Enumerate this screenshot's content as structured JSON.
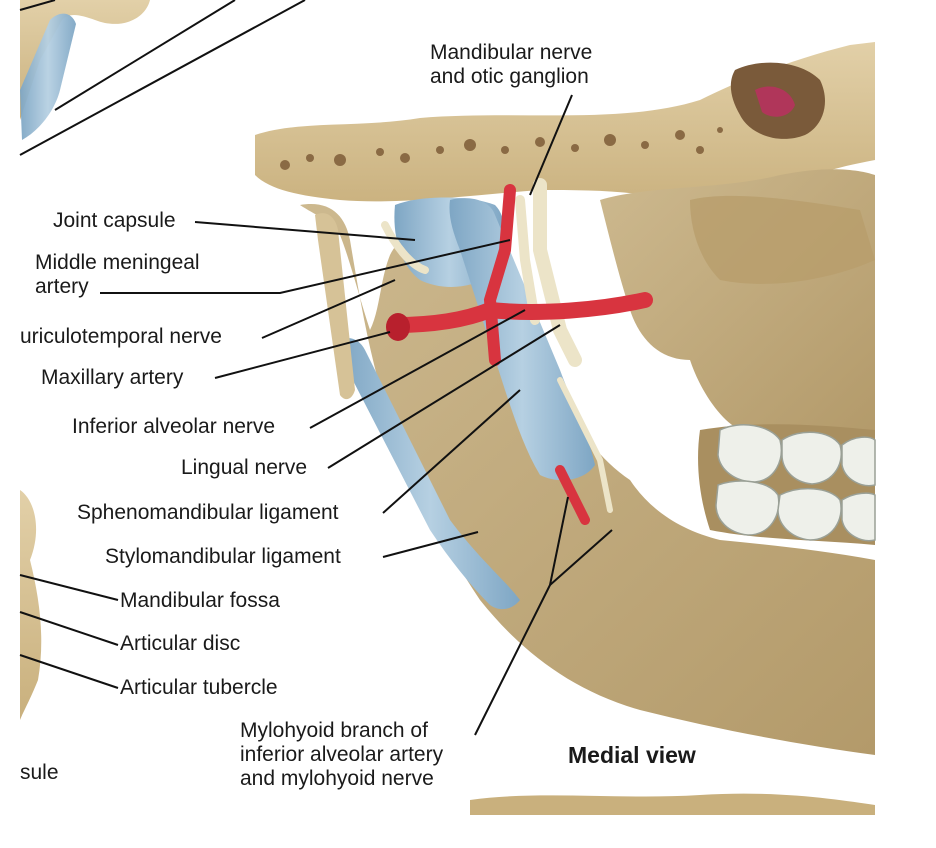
{
  "view_title": "Medial view",
  "labels": {
    "mandibular_nerve": [
      "Mandibular nerve",
      "and otic ganglion"
    ],
    "joint_capsule": "Joint capsule",
    "middle_meningeal": [
      "Middle meningeal",
      "artery"
    ],
    "auriculotemporal": "uriculotemporal nerve",
    "maxillary_artery": "Maxillary artery",
    "inferior_alveolar": "Inferior alveolar nerve",
    "lingual": "Lingual nerve",
    "sphenomandibular": "Sphenomandibular ligament",
    "stylomandibular": "Stylomandibular ligament",
    "mandibular_fossa": "Mandibular fossa",
    "articular_disc": "Articular disc",
    "articular_tubercle": "Articular tubercle",
    "mylohyoid": [
      "Mylohyoid branch of",
      "inferior alveolar artery",
      "and mylohyoid nerve"
    ],
    "capsule_fragment": "sule"
  },
  "colors": {
    "bone": "#d9c49a",
    "bone_dark": "#a88c5c",
    "ligament": "#8fb4cf",
    "artery": "#d8343f",
    "nerve": "#efe8d0",
    "tooth": "#eef0ea",
    "leader": "#111111"
  }
}
